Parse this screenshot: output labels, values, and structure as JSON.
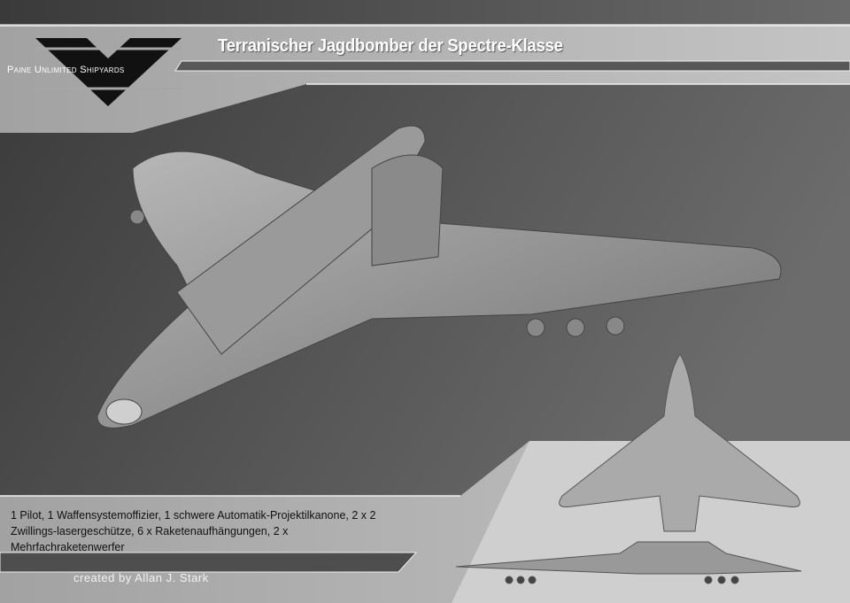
{
  "header": {
    "title": "Terranischer Jagdbomber der Spectre-Klasse",
    "brand": "Paine Unlimited Shipyards"
  },
  "specs": {
    "text": "1 Pilot, 1 Waffensystemoffizier, 1 schwere Automatik-Projektilkanone, 2 x 2 Zwillings-lasergeschütze, 6 x Raketenaufhängungen, 2 x Mehrfachraketenwerfer"
  },
  "footer": {
    "credit": "created  by  Allan  J.  Stark"
  },
  "colors": {
    "dark_panel": "#4a4a4a",
    "light_panel": "#a8a8a8",
    "ship": "#9a9a9a"
  }
}
